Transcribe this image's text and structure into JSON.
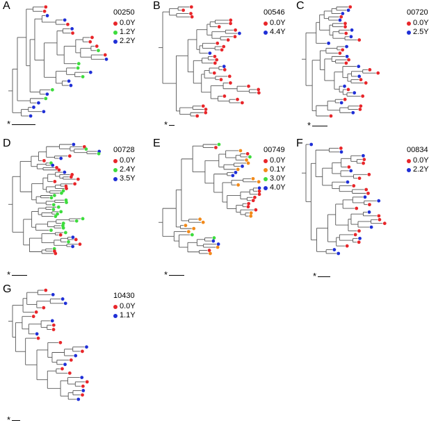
{
  "colors": {
    "red": "#e8262a",
    "green": "#3ddc3d",
    "blue": "#1f2fd6",
    "orange": "#f28a1a",
    "line": "#555555"
  },
  "panels": [
    {
      "letter": "A",
      "id": "00250",
      "legend": [
        {
          "label": "0.0Y",
          "color": "red"
        },
        {
          "label": "1.2Y",
          "color": "green"
        },
        {
          "label": "2.2Y",
          "color": "blue"
        }
      ],
      "scale_star": "*"
    },
    {
      "letter": "B",
      "id": "00546",
      "legend": [
        {
          "label": "0.0Y",
          "color": "red"
        },
        {
          "label": "4.4Y",
          "color": "blue"
        }
      ],
      "scale_star": "*"
    },
    {
      "letter": "C",
      "id": "00720",
      "legend": [
        {
          "label": "0.0Y",
          "color": "red"
        },
        {
          "label": "2.5Y",
          "color": "blue"
        }
      ],
      "scale_star": "*"
    },
    {
      "letter": "D",
      "id": "00728",
      "legend": [
        {
          "label": "0.0Y",
          "color": "red"
        },
        {
          "label": "2.4Y",
          "color": "green"
        },
        {
          "label": "3.5Y",
          "color": "blue"
        }
      ],
      "scale_star": "*"
    },
    {
      "letter": "E",
      "id": "00749",
      "legend": [
        {
          "label": "0.0Y",
          "color": "red"
        },
        {
          "label": "0.1Y",
          "color": "orange"
        },
        {
          "label": "3.0Y",
          "color": "green"
        },
        {
          "label": "4.0Y",
          "color": "blue"
        }
      ],
      "scale_star": "*"
    },
    {
      "letter": "F",
      "id": "00834",
      "legend": [
        {
          "label": "0.0Y",
          "color": "red"
        },
        {
          "label": "2.2Y",
          "color": "blue"
        }
      ],
      "scale_star": "*"
    },
    {
      "letter": "G",
      "id": "10430",
      "legend": [
        {
          "label": "0.0Y",
          "color": "red"
        },
        {
          "label": "1.1Y",
          "color": "blue"
        }
      ],
      "scale_star": "*"
    }
  ]
}
